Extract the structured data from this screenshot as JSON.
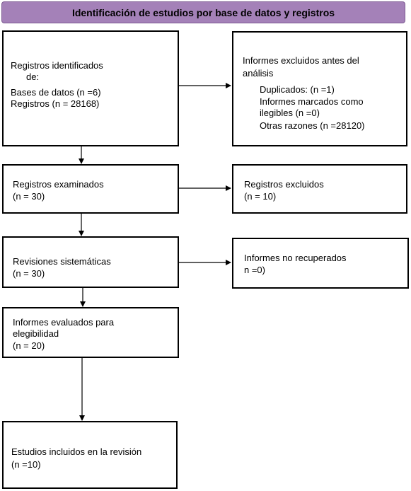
{
  "header": {
    "title": "Identificación de estudios por base de datos y registros"
  },
  "boxes": {
    "identified": {
      "lines": [
        "Registros identificados",
        "de:",
        "Bases de datos (n =6)",
        "Registros (n = 28168)"
      ]
    },
    "excluded_before": {
      "lines": [
        "Informes excluidos antes del",
        "análisis",
        "Duplicados: (n =1)",
        "Informes marcados como",
        "ilegibles (n =0)",
        "Otras razones (n =28120)"
      ]
    },
    "screened": {
      "lines": [
        "Registros examinados",
        "(n = 30)"
      ]
    },
    "excluded": {
      "lines": [
        "Registros excluidos",
        "(n = 10)"
      ]
    },
    "reviews": {
      "lines": [
        "Revisiones sistemáticas",
        "(n = 30)"
      ]
    },
    "not_retrieved": {
      "lines": [
        "Informes no recuperados",
        "n =0)"
      ]
    },
    "eligibility": {
      "lines": [
        "Informes evaluados para",
        "elegibilidad",
        "(n = 20)"
      ]
    },
    "included": {
      "lines": [
        "Estudios incluidos en la revisión",
        "(n =10)"
      ]
    }
  }
}
